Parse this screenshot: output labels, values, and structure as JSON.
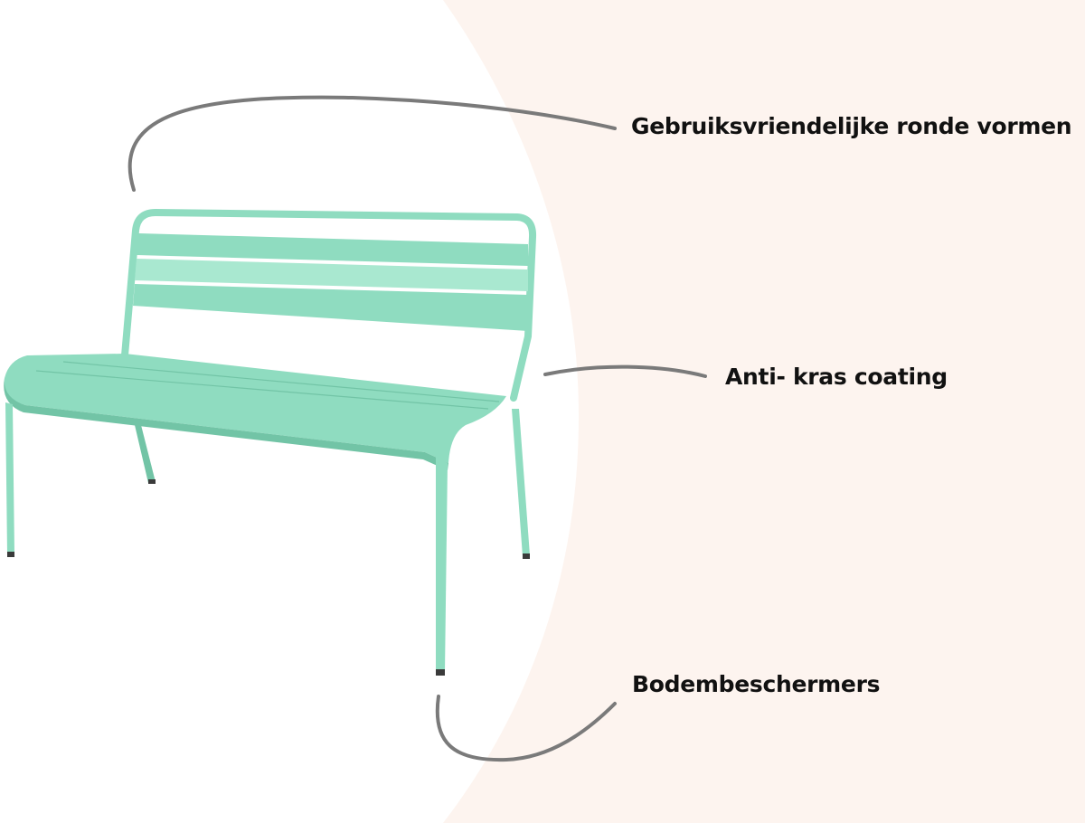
{
  "colors": {
    "background_blush": "#fdf4ef",
    "bench_green": "#8fdcc0",
    "bench_shade": "#72c4a6",
    "bench_highlight": "#a9e8d0",
    "callout_line": "#7a7a7a",
    "label_text": "#111111"
  },
  "callouts": {
    "rounded_shapes": "Gebruiksvriendelijke ronde vormen",
    "anti_scratch": "Anti- kras coating",
    "floor_protectors": "Bodembeschermers"
  }
}
